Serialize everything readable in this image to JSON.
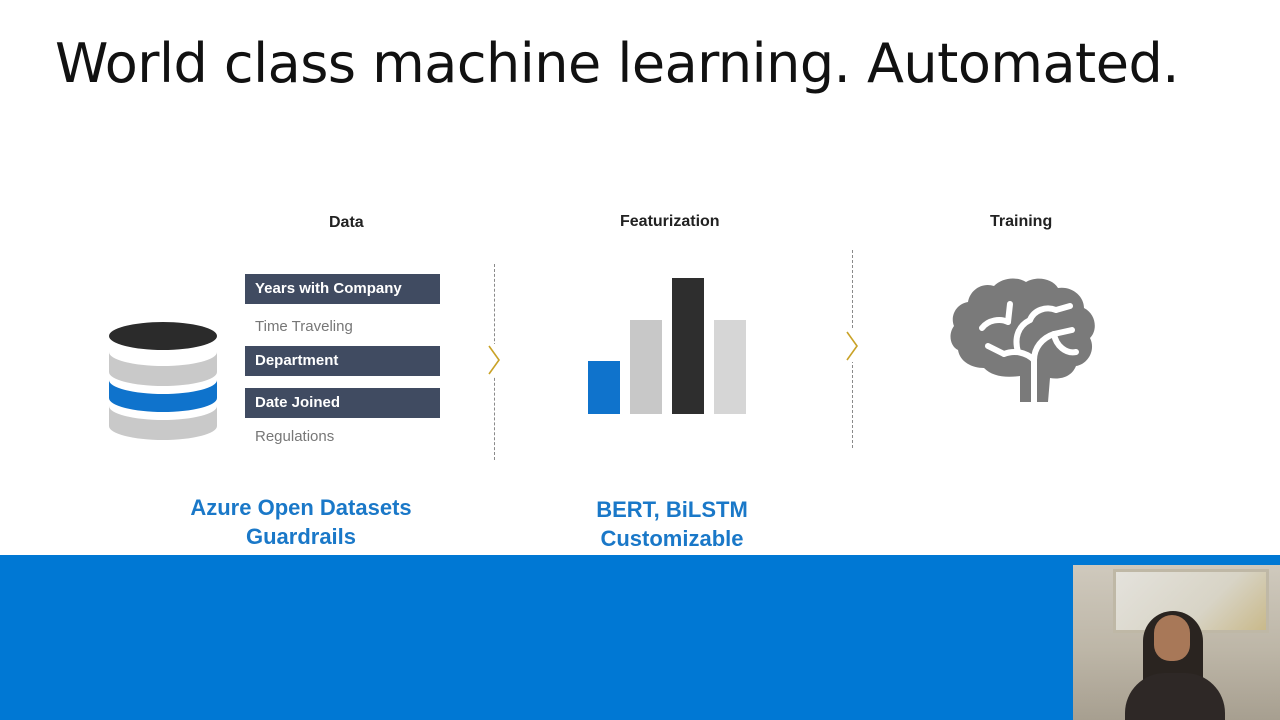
{
  "slide": {
    "title": "World class machine learning. Automated."
  },
  "columns": {
    "data": {
      "heading": "Data",
      "fields": [
        {
          "label": "Years with Company",
          "style": "box"
        },
        {
          "label": "Time Traveling",
          "style": "plain"
        },
        {
          "label": "Department",
          "style": "box"
        },
        {
          "label": "Date Joined",
          "style": "box"
        },
        {
          "label": "Regulations",
          "style": "plain"
        }
      ],
      "caption_line1": "Azure Open Datasets",
      "caption_line2": "Guardrails"
    },
    "featurization": {
      "heading": "Featurization",
      "caption_line1": "BERT, BiLSTM",
      "caption_line2": "Customizable"
    },
    "training": {
      "heading": "Training"
    }
  },
  "icons": {
    "data": "database-icon",
    "featurization": "bar-chart-icon",
    "training": "brain-icon",
    "arrow": "chevron-right-icon"
  },
  "colors": {
    "accent_blue": "#0078d4",
    "caption_blue": "#1a78c8",
    "field_box": "#404b61",
    "chevron_gold": "#c9a227",
    "db_top": "#2b2b2b",
    "db_gray": "#c9c9c9",
    "bar_blue": "#0f73cc",
    "bar_gray": "#c8c8c8",
    "bar_dark": "#2e2e2e",
    "brain_gray": "#7a7a7a"
  }
}
